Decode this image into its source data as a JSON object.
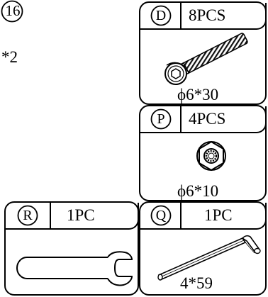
{
  "step": {
    "number": "16",
    "multiplier": "*2"
  },
  "parts": [
    {
      "letter": "D",
      "quantity": "8PCS",
      "size": "ϕ6*30",
      "icon": "hex-socket-screw-icon"
    },
    {
      "letter": "P",
      "quantity": "4PCS",
      "size": "ϕ6*10",
      "icon": "flange-nut-icon"
    },
    {
      "letter": "R",
      "quantity": "1PC",
      "size": "",
      "icon": "wrench-icon"
    },
    {
      "letter": "Q",
      "quantity": "1PC",
      "size": "4*59",
      "icon": "allen-key-icon"
    }
  ]
}
